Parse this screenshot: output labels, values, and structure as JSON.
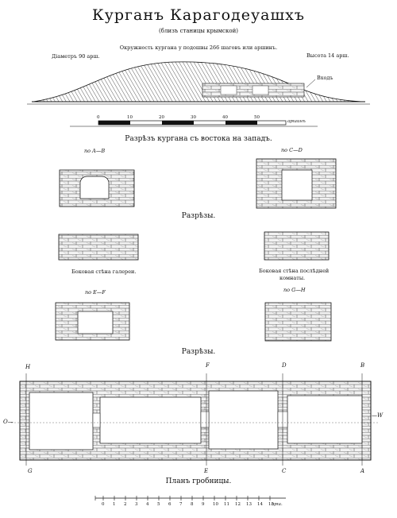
{
  "header": {
    "title": "Курганъ Карагодеуашхъ",
    "subtitle": "(близъ станицы крымской)",
    "circumference": "Окружность кургана у подошвы 266 шаговъ или аршинъ.",
    "diameter": "Діаметръ 90 арш.",
    "height": "Высота 14 арш.",
    "entrance": "Входъ"
  },
  "scale_top": {
    "ticks": [
      "0",
      "10",
      "20",
      "30",
      "40",
      "50"
    ],
    "unit": "аршинъ"
  },
  "section_heading": "Разрѣзъ кургана съ востока на западъ.",
  "sections": {
    "ab": "по A—B",
    "cd": "по C—D",
    "heading1": "Разрѣзы.",
    "side_gallery": "Боковая стѣна галереи.",
    "side_chamber_1": "Боковая стѣна послѣдней",
    "side_chamber_2": "комнаты.",
    "ef": "по E—F",
    "gh": "по G—H",
    "heading2": "Разрѣзы."
  },
  "plan": {
    "labels": {
      "H": "H",
      "F": "F",
      "D": "D",
      "B": "B",
      "O": "O—",
      "W": "—W",
      "G": "G",
      "E": "E",
      "C": "C",
      "A": "A"
    },
    "title": "Планъ гробницы."
  },
  "scale_bottom": {
    "ticks": [
      "0",
      "1",
      "2",
      "3",
      "4",
      "5",
      "6",
      "7",
      "8",
      "9",
      "10",
      "11",
      "12",
      "13",
      "14",
      "15"
    ],
    "unit": "арш."
  }
}
